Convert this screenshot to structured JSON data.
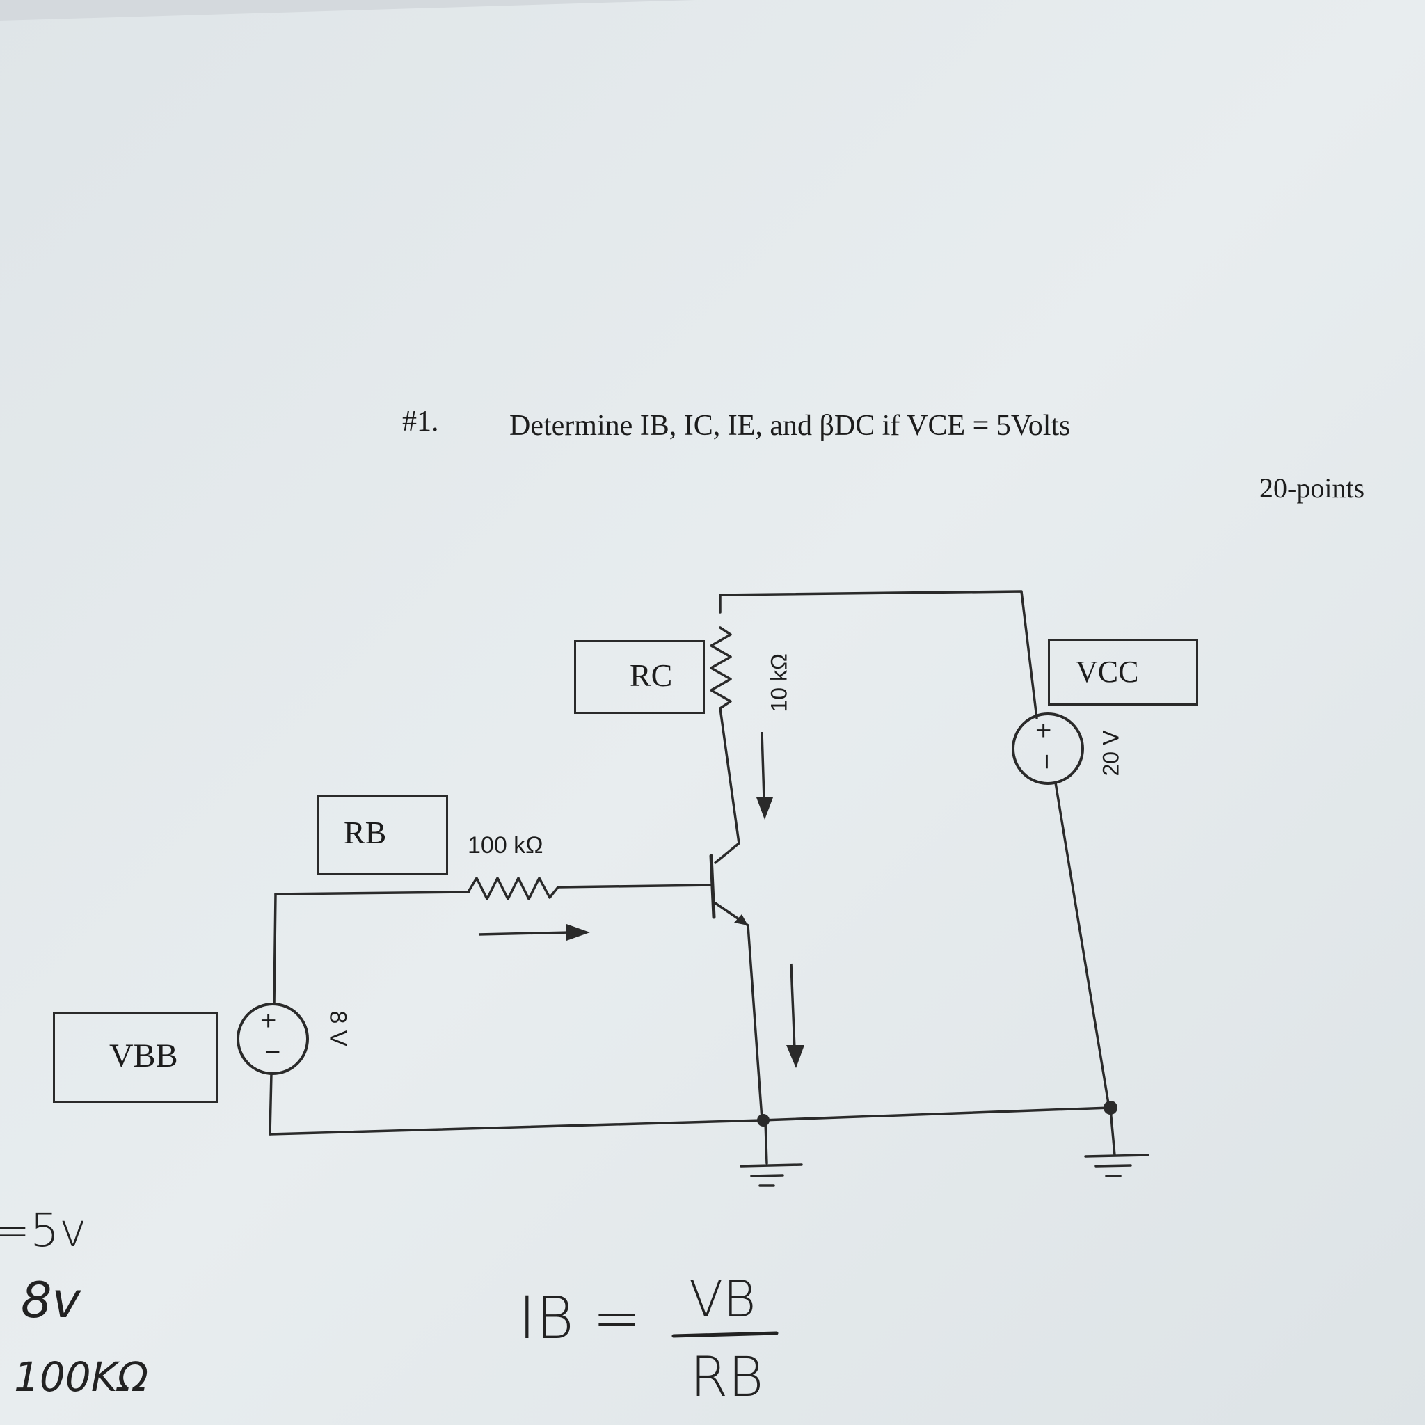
{
  "question": {
    "number": "#1.",
    "prompt": "Determine IB, IC, IE, and βDC if VCE = 5Volts",
    "points": "20-points"
  },
  "circuit": {
    "labels": {
      "vbb": "VBB",
      "rb": "RB",
      "rc": "RC",
      "vcc": "VCC"
    },
    "values": {
      "rb": "100 kΩ",
      "rc": "10 kΩ",
      "vbb": "8 V",
      "vcc": "20 V"
    }
  },
  "handwriting": {
    "notes": [
      "=5v",
      "8v",
      "100KΩ"
    ],
    "formula": {
      "lhs": "IB =",
      "numerator": "VB",
      "denominator": "RB"
    }
  },
  "colors": {
    "paper": "#e6ebee",
    "ink": "#1c1c1c",
    "background": "#d4d9dd"
  }
}
